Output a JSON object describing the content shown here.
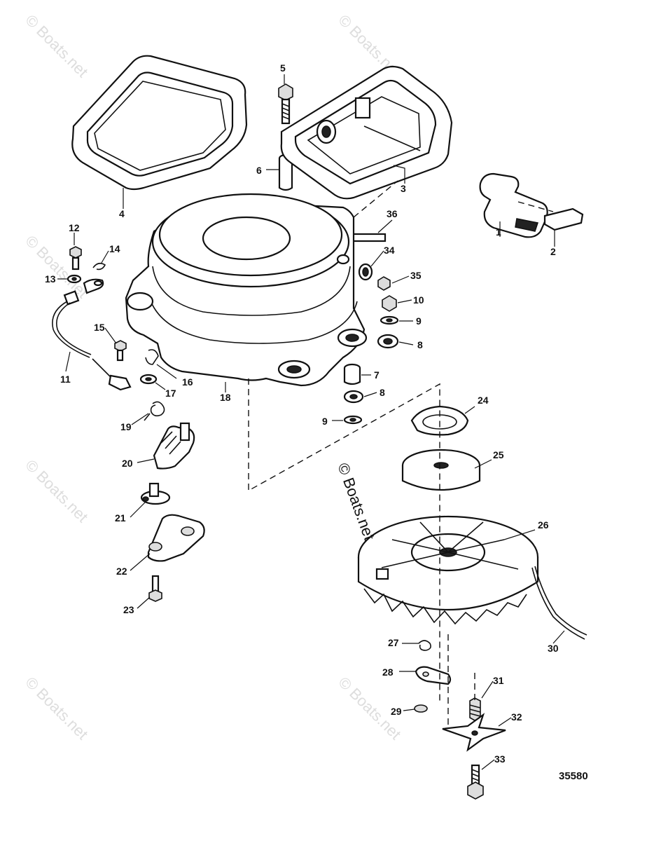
{
  "diagram": {
    "reference_number": "35580",
    "watermark_text": "© Boats.net",
    "center_watermark": "© Boats.net",
    "callouts": [
      "1",
      "2",
      "3",
      "4",
      "5",
      "6",
      "7",
      "8",
      "8",
      "9",
      "9",
      "10",
      "11",
      "12",
      "13",
      "14",
      "15",
      "16",
      "17",
      "18",
      "19",
      "20",
      "21",
      "22",
      "23",
      "24",
      "25",
      "26",
      "27",
      "28",
      "29",
      "30",
      "31",
      "32",
      "33",
      "34",
      "35",
      "36"
    ]
  }
}
